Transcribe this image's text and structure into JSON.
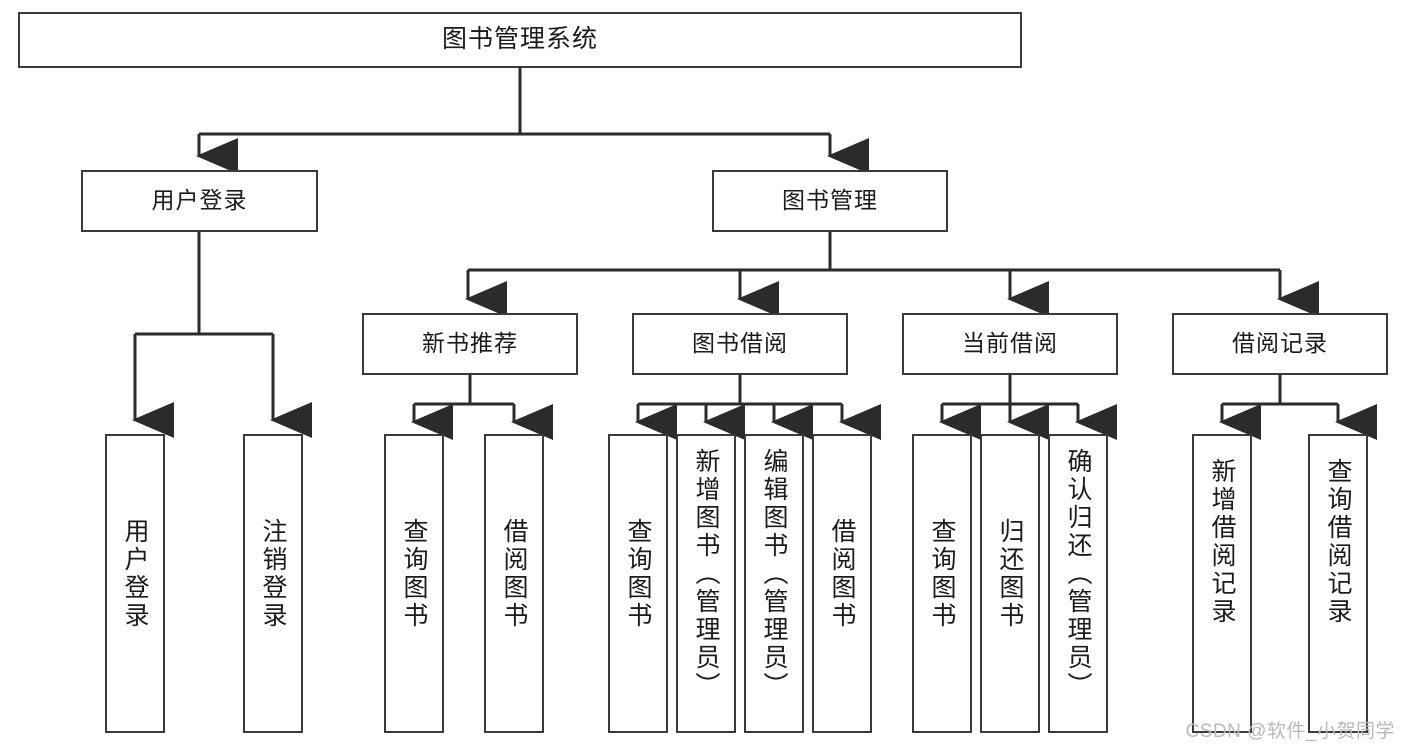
{
  "diagram": {
    "title": "图书管理系统",
    "watermark": "CSDN @软件_小贺同学",
    "colors": {
      "box_border": "#3a3a3a",
      "box_fill": "#ffffff",
      "connector": "#2b2b2b",
      "text": "#1b1b1b",
      "watermark": "#b9b9b9",
      "background": "#ffffff"
    },
    "levels": {
      "root": "图书管理系统",
      "level2": [
        "用户登录",
        "图书管理"
      ],
      "level3": [
        "新书推荐",
        "图书借阅",
        "当前借阅",
        "借阅记录"
      ],
      "level4": [
        "用户登录",
        "注销登录",
        "查询图书",
        "借阅图书",
        "查询图书",
        "新增图书（管理员）",
        "编辑图书（管理员）",
        "借阅图书",
        "查询图书",
        "归还图书",
        "确认归还（管理员）",
        "新增借阅记录",
        "查询借阅记录"
      ]
    },
    "nodes": {
      "root": {
        "label": "图书管理系统"
      },
      "user_login": {
        "label": "用户登录"
      },
      "book_manage": {
        "label": "图书管理"
      },
      "new_book_rec": {
        "label": "新书推荐"
      },
      "book_borrow": {
        "label": "图书借阅"
      },
      "current_borrow": {
        "label": "当前借阅"
      },
      "borrow_record": {
        "label": "借阅记录"
      },
      "leaf_user_login": {
        "label": "用户登录"
      },
      "leaf_logout": {
        "label": "注销登录"
      },
      "leaf_query_book_a": {
        "label": "查询图书"
      },
      "leaf_borrow_book_a": {
        "label": "借阅图书"
      },
      "leaf_query_book_b": {
        "label": "查询图书"
      },
      "leaf_add_book": {
        "label": "新增图书（管理员）"
      },
      "leaf_edit_book": {
        "label": "编辑图书（管理员）"
      },
      "leaf_borrow_book_b": {
        "label": "借阅图书"
      },
      "leaf_query_book_c": {
        "label": "查询图书"
      },
      "leaf_return_book": {
        "label": "归还图书"
      },
      "leaf_confirm_return": {
        "label": "确认归还（管理员）"
      },
      "leaf_add_record": {
        "label": "新增借阅记录"
      },
      "leaf_query_record": {
        "label": "查询借阅记录"
      }
    }
  }
}
